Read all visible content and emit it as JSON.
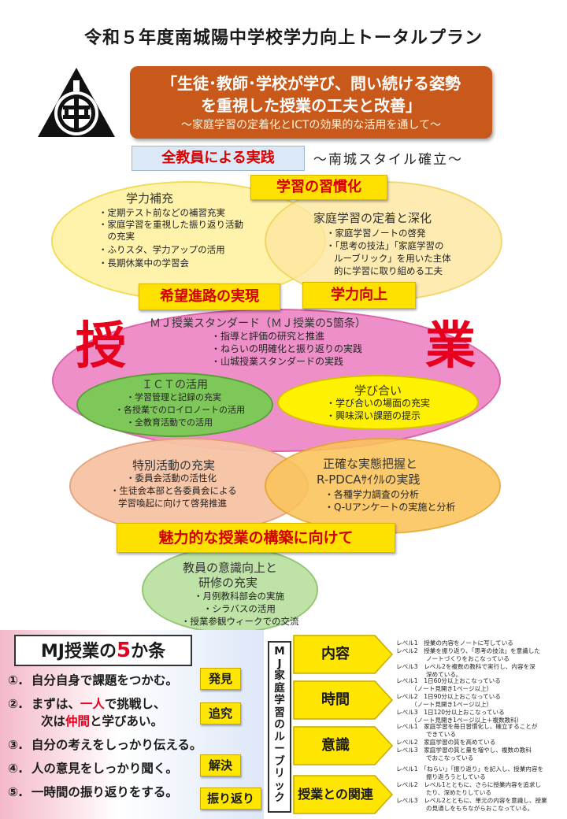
{
  "title": "令和５年度南城陽中学校学力向上トータルプラン",
  "goal": {
    "line1": "「生徒･教師･学校が学び、問い続ける姿勢",
    "line2": "を重視した授業の工夫と改善」",
    "line3": "～家庭学習の定着化とICTの効果的な活用を通して～"
  },
  "practice_label": "全教員による実践",
  "style_label": "～南城スタイル確立～",
  "habit_label": "学習の習慣化",
  "hope_label": "希望進路の実現",
  "ability_label": "学力向上",
  "charm_label": "魅力的な授業の構築に向けて",
  "kanji_left": "授",
  "kanji_right": "業",
  "supplement": {
    "title": "学力補充",
    "items": [
      "・定期テスト前などの補習充実",
      "・家庭学習を重視した振り返り活動",
      "　の充実",
      "・ふりスタ、学力アップの活用",
      "・長期休業中の学習会"
    ]
  },
  "home_study": {
    "title": "家庭学習の定着と深化",
    "items": [
      "・家庭学習ノートの啓発",
      "・「思考の技法」「家庭学習の",
      "ルーブリック」を用いた主体",
      "的に学習に取り組める工夫"
    ]
  },
  "mj_standard": {
    "title": "ＭＪ授業スタンダード（ＭＪ授業の5箇条）",
    "items": [
      "・指導と評価の研究と推進",
      "・ねらいの明確化と振り返りの実践",
      "・山城授業スタンダードの実践"
    ]
  },
  "ict": {
    "title": "ＩＣＴの活用",
    "items": [
      "・学習管理と記録の充実",
      "・各授業でのロイロノートの活用",
      "・全教育活動での活用"
    ]
  },
  "manabi": {
    "title": "学び合い",
    "items": [
      "・学び合いの場面の充実",
      "・興味深い課題の提示"
    ]
  },
  "special": {
    "title": "特別活動の充実",
    "items": [
      "・委員会活動の活性化",
      "・生徒会本部と各委員会による",
      "学習喚起に向けて啓発推進"
    ]
  },
  "pdca": {
    "title1": "正確な実態把握と",
    "title2": "R-PDCAｻｲｸﾙの実践",
    "items": [
      "・各種学力調査の分析",
      "・Q-Uアンケートの実施と分析"
    ]
  },
  "training": {
    "title1": "教員の意識向上と",
    "title2": "研修の充実",
    "items": [
      "・月例教科部会の実施",
      "・シラバスの活用",
      "・授業参観ウィークでの交流"
    ]
  },
  "five_rules": {
    "title_prefix": "MJ授業の",
    "title_num": "5",
    "title_suffix": "か条",
    "rules": [
      {
        "num": "①.",
        "text": "自分自身で課題をつかむ。"
      },
      {
        "num": "②.",
        "text_a": "まずは、",
        "hl1": "一人",
        "text_b": "で挑戦し、"
      },
      {
        "num": "",
        "text_a": "次は",
        "hl2": "仲間",
        "text_b": "と学びあい。"
      },
      {
        "num": "③.",
        "text": "自分の考えをしっかり伝える。"
      },
      {
        "num": "④.",
        "text": "人の意見をしっかり聞く。"
      },
      {
        "num": "⑤.",
        "text": "一時間の振り返りをする。"
      }
    ],
    "tags": [
      "発見",
      "追究",
      "解決",
      "振り返り"
    ]
  },
  "rubric": {
    "vertical_title": [
      "M",
      "J",
      "家",
      "庭",
      "学",
      "習",
      "の",
      "ル",
      "ー",
      "ブ",
      "リ",
      "ッ",
      "ク"
    ],
    "categories": [
      "内容",
      "時間",
      "意識",
      "授業との関連"
    ],
    "levels": [
      [
        "レベル1　授業の内容をノートに写している",
        "レベル2　授業を振り返り、「思考の技法」を意識した",
        "　　　　　ノートづくりをおこなっている",
        "レベル3　レベル2を複数の教科で実行し、内容を深",
        "　　　　　深めている。"
      ],
      [
        "レベル1　1日60分以上おこなっている",
        "　　　（ノート見開き1ページ以上）",
        "レベル2　1日90分以上おこなっている",
        "　　　（ノート見開き1ページ以上）",
        "レベル3　1日120分以上おこなっている",
        "　　　（ノート見開き1ページ以上＋複数教科）"
      ],
      [
        "レベル1　家庭学習を毎日習慣化し、確立することが",
        "　　　　　できている",
        "レベル2　家庭学習の質を高めている",
        "レベル3　家庭学習の質と量を増やし、複数の教科",
        "　　　　　でおこなっている"
      ],
      [
        "レベル1　「ねらい」「振り返り」を記入し、授業内容を",
        "　　　　　振り返ろうとしている",
        "レベル2　レベル1とともに、さらに授業内容を追求し",
        "　　　　　たり、深めたりしている",
        "レベル3　レベル2とともに、単元の内容を意識し、授業",
        "　　　　　の見通しをもちながらおこなっている。"
      ]
    ]
  },
  "colors": {
    "goal_bg": "#c9591b",
    "yellow": "#ffe100",
    "red": "#d90000",
    "ell_yellow": "#fff2a8",
    "ell_pink": "#ee8fc9",
    "ell_green": "#7ec85a",
    "ell_peach": "#f7c4a5",
    "ell_orange": "#fbc35a"
  }
}
